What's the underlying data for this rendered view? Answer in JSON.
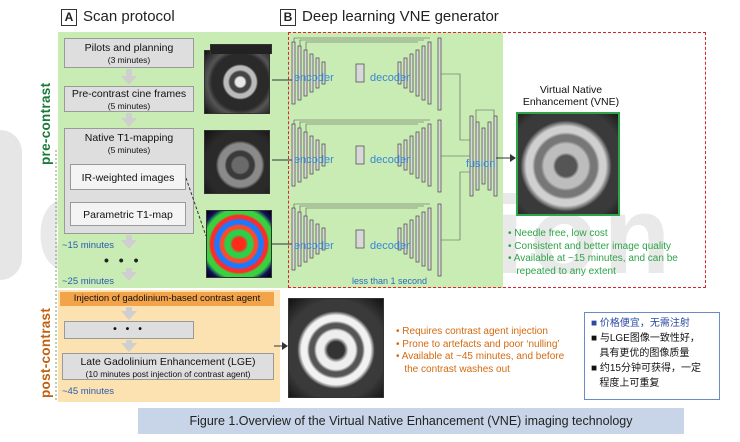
{
  "panel_a": {
    "letter": "A",
    "title": "Scan protocol"
  },
  "panel_b": {
    "letter": "B",
    "title": "Deep learning VNE generator"
  },
  "side_labels": {
    "pre": "pre-contrast",
    "post": "post-contrast"
  },
  "boxes": {
    "pilots": {
      "title": "Pilots and planning",
      "sub": "(3 minutes)"
    },
    "cine": {
      "title": "Pre-contrast cine frames",
      "sub": "(5 minutes)"
    },
    "t1map": {
      "title": "Native T1-mapping",
      "sub": "(5 minutes)"
    },
    "ir": {
      "title": "IR-weighted images"
    },
    "param": {
      "title": "Parametric T1-map"
    },
    "gad": {
      "title": "Injection of gadolinium-based contrast agent"
    },
    "lge": {
      "title": "Late Gadolinium Enhancement (LGE)",
      "sub": "(10 minutes post injection of contrast agent)"
    }
  },
  "dots": "• • •",
  "time_notes": {
    "t15": "~15 minutes",
    "t25": "~25 minutes",
    "t45": "~45 minutes"
  },
  "network": {
    "encoder": "encoder",
    "decoder": "decoder",
    "fusion": "fusion",
    "duration": "less than 1 second"
  },
  "vne_title": {
    "line1": "Virtual Native",
    "line2": "Enhancement (VNE)"
  },
  "vne_bullets": [
    "• Needle free, low cost",
    "• Consistent and better image quality",
    "• Available at ~15 minutes, and can be",
    "   repeated to any extent"
  ],
  "lge_bullets": [
    "• Requires contrast agent injection",
    "• Prone to artefacts and poor ‘nulling’",
    "• Available at ~45 minutes, and before",
    "   the contrast washes out"
  ],
  "zh_notes": [
    "■ 价格便宜，无需注射",
    "■ 与LGE图像一致性好，",
    "   具有更优的图像质量",
    "■ 约15分钟可获得，一定",
    "   程度上可重复"
  ],
  "caption": "Figure 1.Overview of the Virtual Native Enhancement (VNE) imaging technology",
  "watermark": "Circulation",
  "colors": {
    "green_bg": "#c9ecb4",
    "orange_bg": "#fbe2b0",
    "red_dash": "#e0222a",
    "net_blue": "#3a86d6"
  }
}
